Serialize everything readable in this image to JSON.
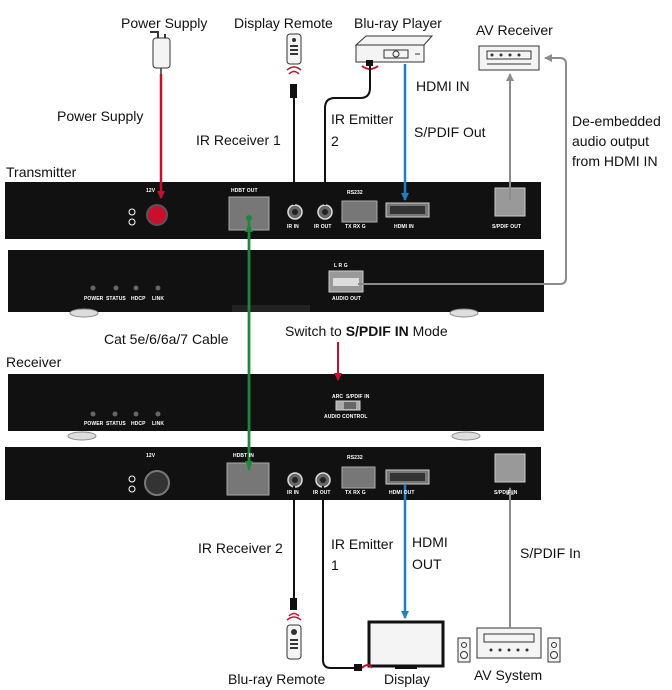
{
  "devices": {
    "power_supply": "Power Supply",
    "display_remote": "Display Remote",
    "bluray_player": "Blu-ray Player",
    "av_receiver": "AV Receiver",
    "bluray_remote": "Blu-ray Remote",
    "display": "Display",
    "av_system": "AV System"
  },
  "sections": {
    "transmitter": "Transmitter",
    "receiver": "Receiver"
  },
  "connections": {
    "power_supply": "Power Supply",
    "ir_receiver_1": "IR Receiver 1",
    "ir_emitter_top_line1": "IR Emitter",
    "ir_emitter_top_line2": "2",
    "hdmi_in": "HDMI IN",
    "spdif_out": "S/PDIF Out",
    "de_embedded_line1": "De-embedded",
    "de_embedded_line2": "audio output",
    "de_embedded_line3": "from HDMI IN",
    "cat_cable": "Cat 5e/6/6a/7 Cable",
    "switch_prefix": "Switch to ",
    "switch_bold": "S/PDIF IN",
    "switch_suffix": " Mode",
    "ir_receiver_2": "IR Receiver 2",
    "ir_emitter_bottom_line1": "IR Emitter",
    "ir_emitter_bottom_line2": "1",
    "hdmi_out_line1": "HDMI",
    "hdmi_out_line2": "OUT",
    "spdif_in": "S/PDIF In"
  },
  "panel_labels": {
    "twelve_v": "12V",
    "hdbt_out": "HDBT OUT",
    "hdbt_in": "HDBT IN",
    "ir_in": "IR IN",
    "ir_out": "IR OUT",
    "rs232": "RS232",
    "tx_rx_g": "TX RX  G",
    "hdmi_in_port": "HDMI IN",
    "hdmi_out_port": "HDMI OUT",
    "spdif_out_port": "S/PDIF OUT",
    "spdif_in_port": "S/PDIF IN",
    "lrg": "L   R   G",
    "audio_out": "AUDIO OUT",
    "power": "POWER",
    "status": "STATUS",
    "hdcp": "HDCP",
    "link": "LINK",
    "arc": "ARC",
    "spdif_in_switch": "S/PDIF IN",
    "audio_control": "AUDIO CONTROL"
  },
  "colors": {
    "power_line": "#c8102e",
    "hdmi_line": "#1f7fc1",
    "cat_line": "#1a8a3a",
    "audio_line": "#8c8c8c",
    "ir_line": "#111111",
    "device_body": "#111111"
  }
}
